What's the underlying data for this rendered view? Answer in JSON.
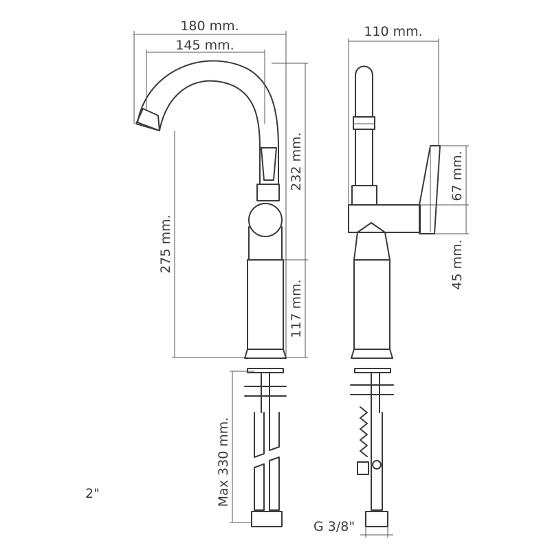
{
  "side_view": {
    "width_overall": "180 mm.",
    "width_spout": "145 mm.",
    "height_spout": "232 mm.",
    "height_total": "275 mm.",
    "height_base": "117 mm.",
    "hose_length": "Max 330 mm.",
    "partial_label": "2\""
  },
  "front_view": {
    "width_overall": "110 mm.",
    "height_lever": "67 mm.",
    "height_lever_offset": "45 mm.",
    "thread": "G 3/8\""
  },
  "colors": {
    "line": "#3a3a3a",
    "background": "#ffffff"
  }
}
